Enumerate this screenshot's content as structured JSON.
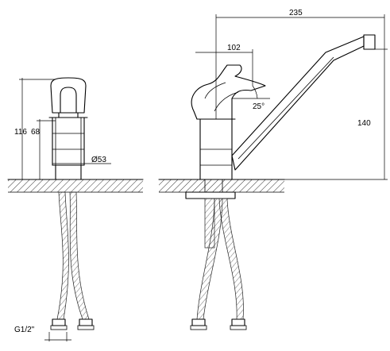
{
  "dimensions": {
    "width_235": "235",
    "width_102": "102",
    "angle_25": "25°",
    "height_140": "140",
    "height_116": "116",
    "height_68": "68",
    "diameter_53": "Ø53",
    "thread": "G1/2\""
  }
}
